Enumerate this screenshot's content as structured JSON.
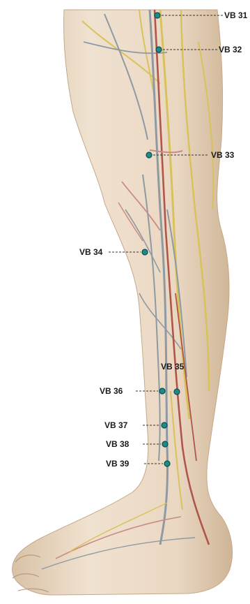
{
  "illustration": {
    "subject": "leg-anatomy",
    "colors": {
      "skin": "#eddcc8",
      "skin_shadow": "#d6bea2",
      "nerve": "#d8c35a",
      "vein": "#8e9aa3",
      "artery": "#b0554b",
      "vessel_pink": "#c98b84",
      "point": "#1f8a8a"
    }
  },
  "points": [
    {
      "id": "vb31",
      "label": "VB 31"
    },
    {
      "id": "vb32",
      "label": "VB 32"
    },
    {
      "id": "vb33",
      "label": "VB 33"
    },
    {
      "id": "vb34",
      "label": "VB 34"
    },
    {
      "id": "vb35",
      "label": "VB 35"
    },
    {
      "id": "vb36",
      "label": "VB 36"
    },
    {
      "id": "vb37",
      "label": "VB 37"
    },
    {
      "id": "vb38",
      "label": "VB 38"
    },
    {
      "id": "vb39",
      "label": "VB 39"
    }
  ]
}
